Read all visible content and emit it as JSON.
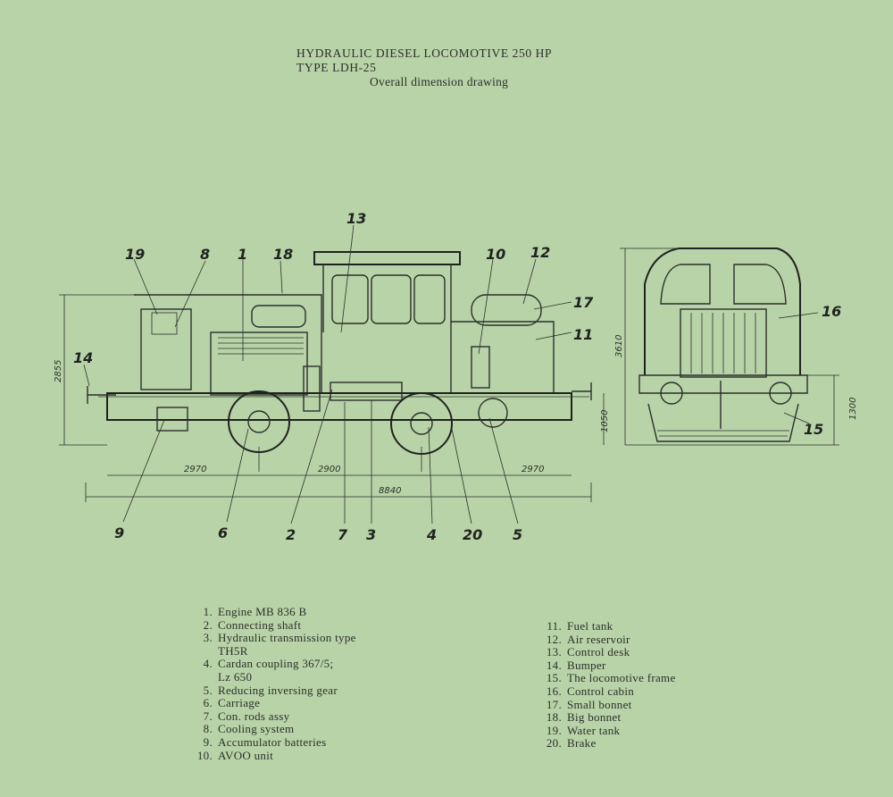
{
  "header": {
    "line1": "HYDRAULIC DIESEL LOCOMOTIVE 250 HP",
    "line2": "TYPE LDH-25",
    "line3": "Overall dimension drawing"
  },
  "callouts": {
    "c1": "1",
    "c2": "2",
    "c3": "3",
    "c4": "4",
    "c5": "5",
    "c6": "6",
    "c7": "7",
    "c8": "8",
    "c9": "9",
    "c10": "10",
    "c11": "11",
    "c12": "12",
    "c13": "13",
    "c14": "14",
    "c15": "15",
    "c16": "16",
    "c17": "17",
    "c18": "18",
    "c19": "19",
    "c20": "20"
  },
  "dimensions": {
    "d2970a": "2970",
    "d2900": "2900",
    "d2970b": "2970",
    "d8840": "8840",
    "d2855": "2855",
    "d1050": "1050",
    "d3610": "3610",
    "d1300": "1300"
  },
  "legend_left": [
    {
      "num": "1.",
      "text": "Engine MB 836 B"
    },
    {
      "num": "2.",
      "text": "Connecting shaft"
    },
    {
      "num": "3.",
      "text": "Hydraulic transmission type"
    },
    {
      "num": "",
      "text": "TH5R"
    },
    {
      "num": "4.",
      "text": "Cardan coupling 367/5;"
    },
    {
      "num": "",
      "text": "Lz 650"
    },
    {
      "num": "5.",
      "text": "Reducing inversing gear"
    },
    {
      "num": "6.",
      "text": "Carriage"
    },
    {
      "num": "7.",
      "text": "Con. rods assy"
    },
    {
      "num": "8.",
      "text": "Cooling system"
    },
    {
      "num": "9.",
      "text": "Accumulator batteries"
    },
    {
      "num": "10.",
      "text": "AVOO unit"
    }
  ],
  "legend_right": [
    {
      "num": "11.",
      "text": "Fuel tank"
    },
    {
      "num": "12.",
      "text": "Air reservoir"
    },
    {
      "num": "13.",
      "text": "Control desk"
    },
    {
      "num": "14.",
      "text": "Bumper"
    },
    {
      "num": "15.",
      "text": "The locomotive frame"
    },
    {
      "num": "16.",
      "text": "Control cabin"
    },
    {
      "num": "17.",
      "text": "Small bonnet"
    },
    {
      "num": "18.",
      "text": "Big bonnet"
    },
    {
      "num": "19.",
      "text": "Water tank"
    },
    {
      "num": "20.",
      "text": "Brake"
    }
  ]
}
